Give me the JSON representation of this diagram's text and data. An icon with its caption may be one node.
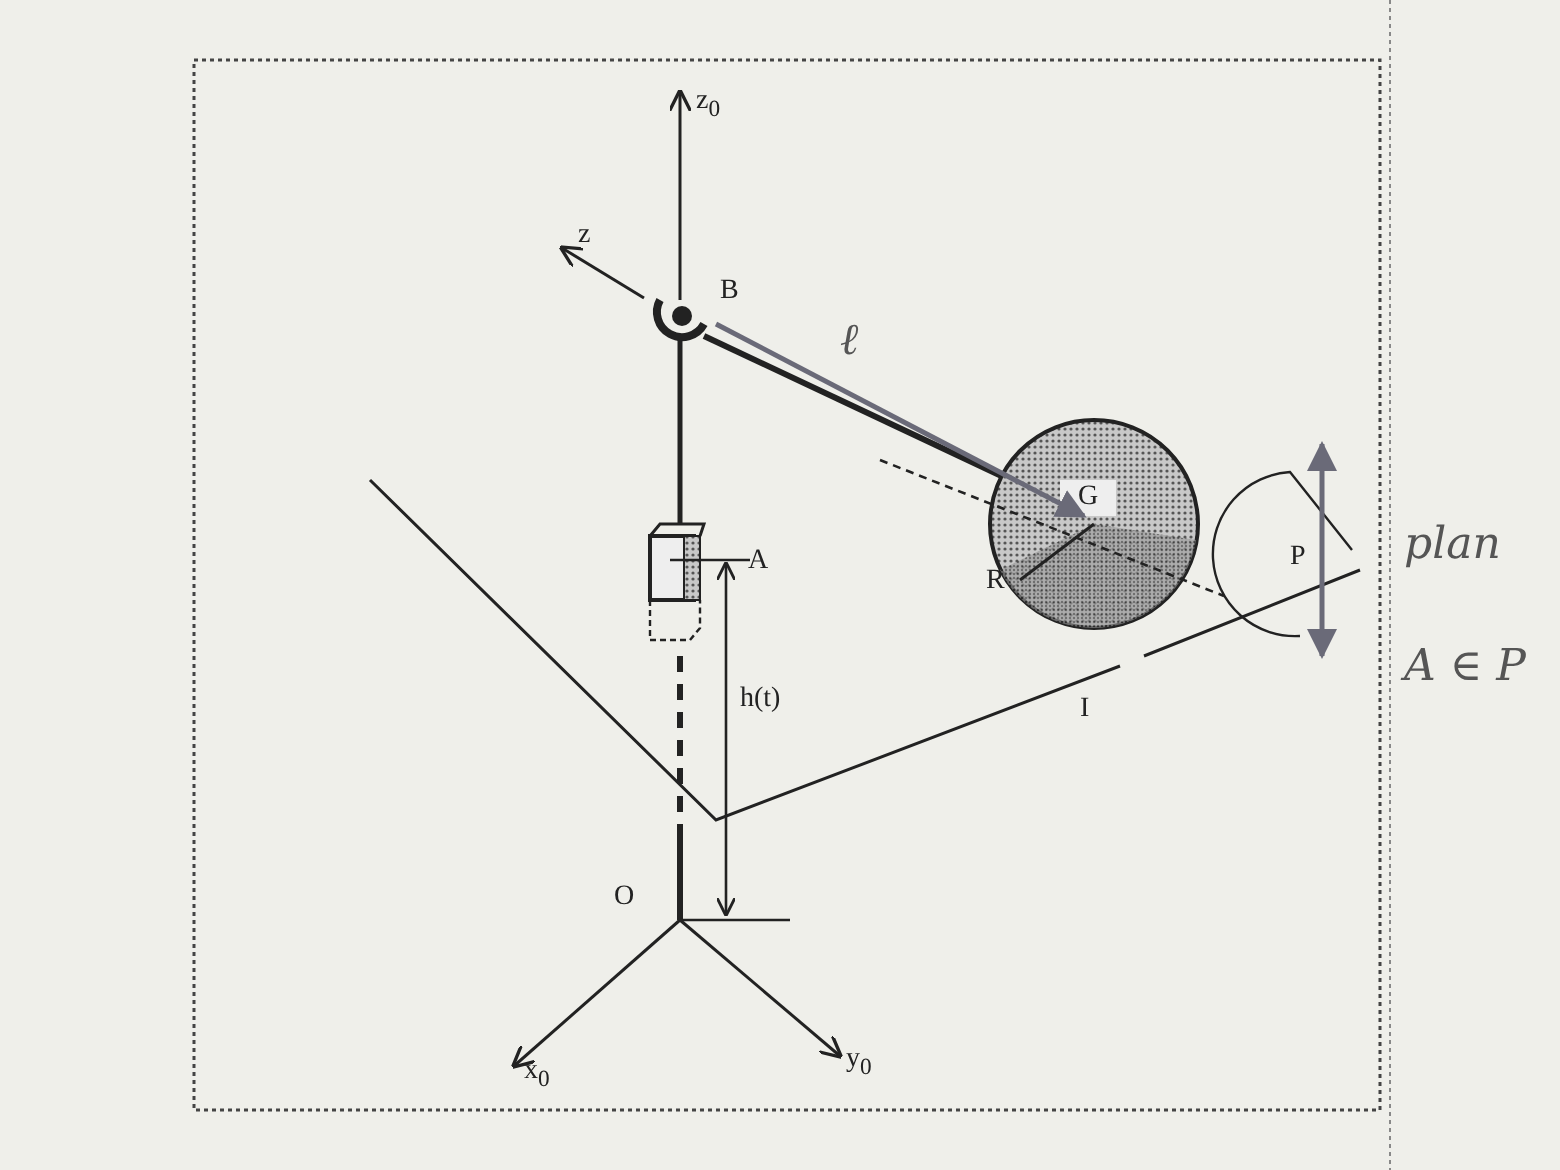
{
  "diagram": {
    "labels": [
      "z$_{0}$",
      "z",
      "B",
      "ℓ",
      "G",
      "A",
      "R",
      "I",
      "P",
      "h(t)",
      "O",
      "x$_{0}$",
      "y$_{0}$",
      "plan",
      "A ∈ P"
    ]
  }
}
